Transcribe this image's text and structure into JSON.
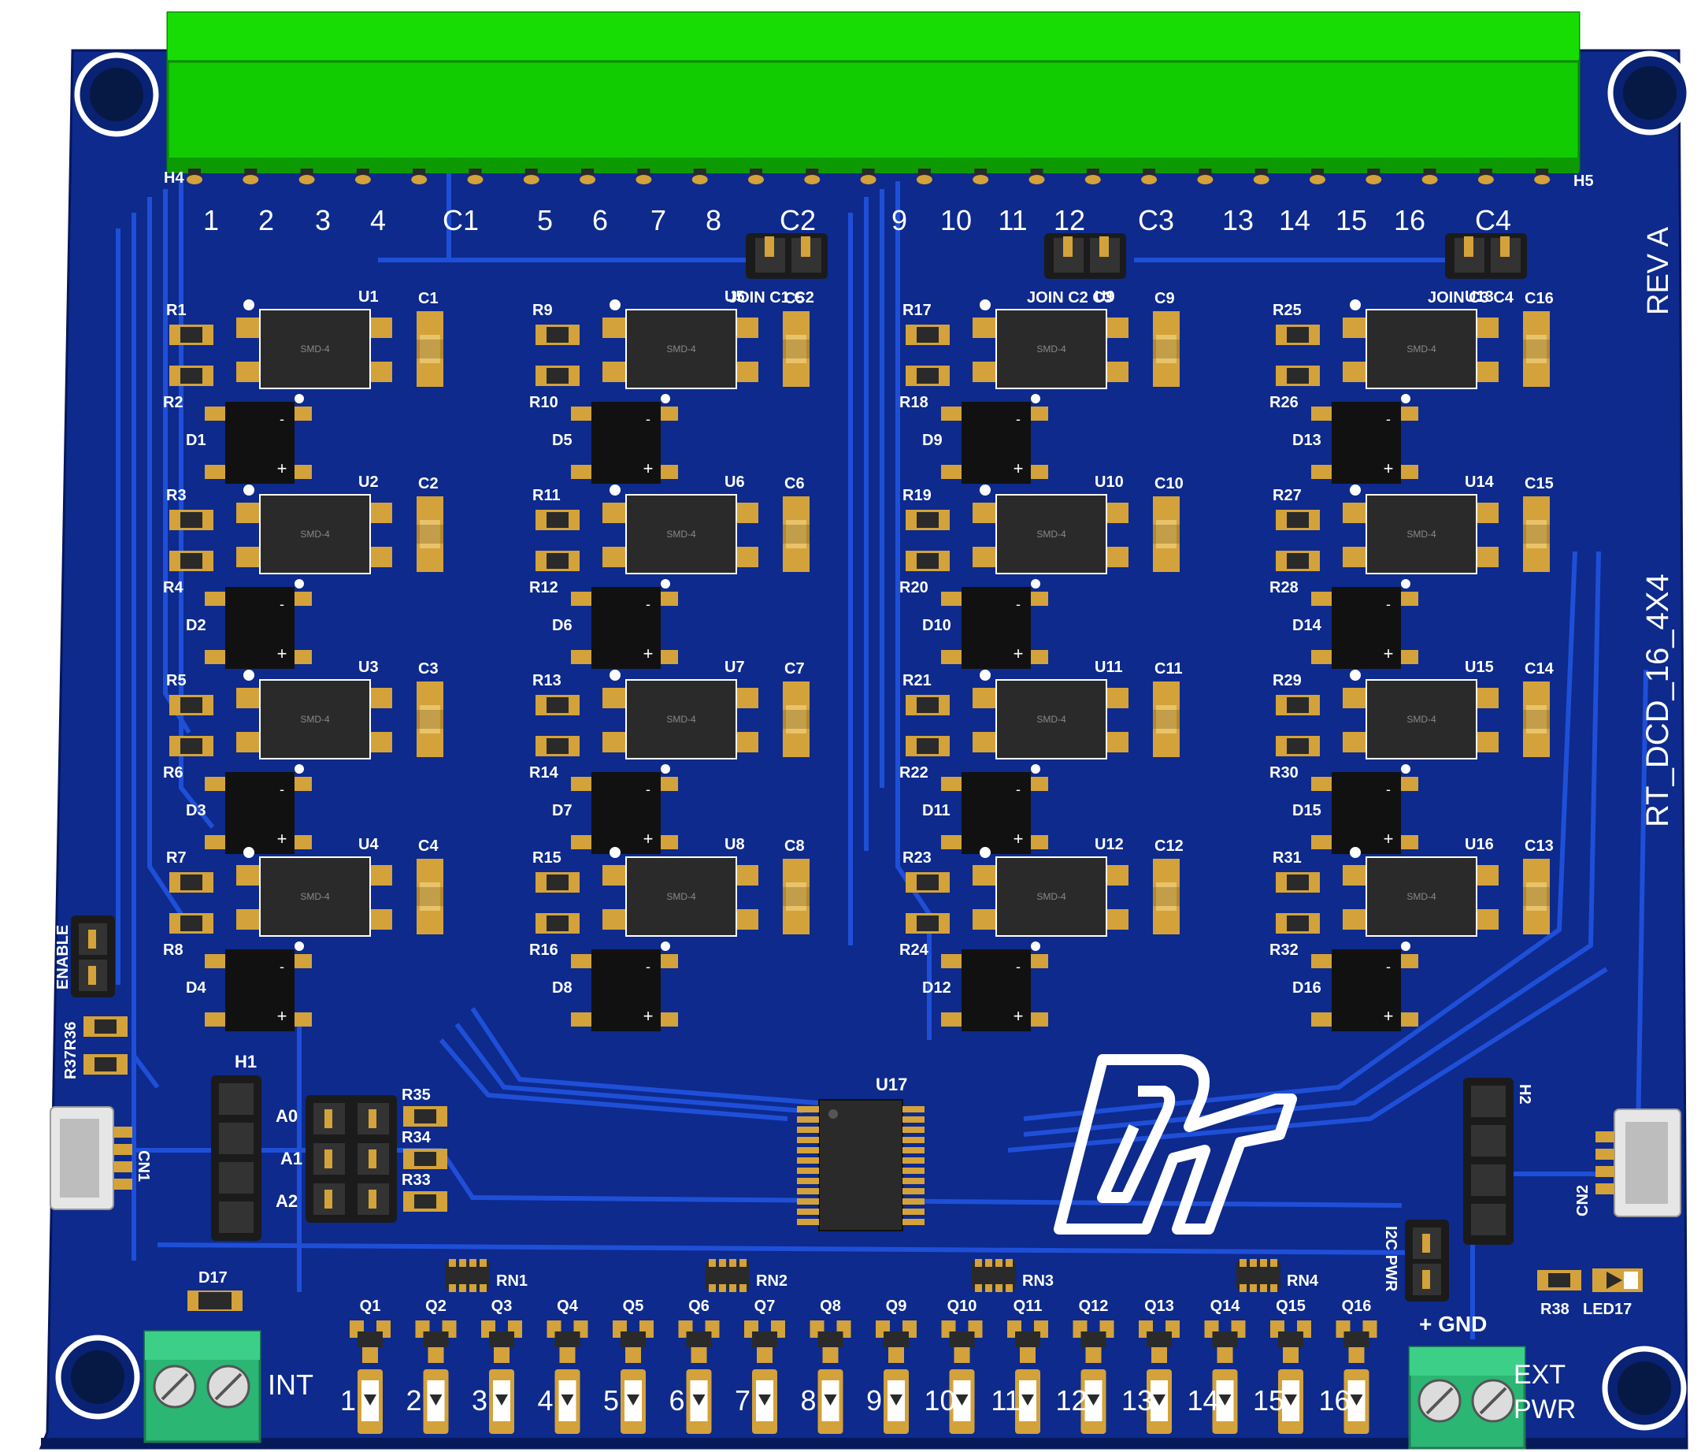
{
  "board": {
    "name": "RT_DCD_16_4X4",
    "revision": "REV  A",
    "colors": {
      "pcb": "#0d2a8c",
      "pcb_dark": "#081d66",
      "trace": "#1f4fd8",
      "pad": "#d4a23a",
      "connector_green": "#11cc00",
      "term_green": "#2bb673",
      "chip": "#2a2a2a"
    }
  },
  "terminal_labels": [
    "1",
    "2",
    "3",
    "4",
    "C1",
    "5",
    "6",
    "7",
    "8",
    "C2",
    "9",
    "10",
    "11",
    "12",
    "C3",
    "13",
    "14",
    "15",
    "16",
    "C4"
  ],
  "header_side_labels": [
    "H4",
    "H5"
  ],
  "jumpers": [
    {
      "label": "JOIN  C1  C2"
    },
    {
      "label": "JOIN  C2  C3"
    },
    {
      "label": "JOIN  C3  C4"
    }
  ],
  "channels": [
    {
      "u": "U1",
      "c": "C1",
      "ra": "R1",
      "rb": "R2",
      "d": "D1"
    },
    {
      "u": "U2",
      "c": "C2",
      "ra": "R3",
      "rb": "R4",
      "d": "D2"
    },
    {
      "u": "U3",
      "c": "C3",
      "ra": "R5",
      "rb": "R6",
      "d": "D3"
    },
    {
      "u": "U4",
      "c": "C4",
      "ra": "R7",
      "rb": "R8",
      "d": "D4"
    },
    {
      "u": "U5",
      "c": "C5",
      "ra": "R9",
      "rb": "R10",
      "d": "D5"
    },
    {
      "u": "U6",
      "c": "C6",
      "ra": "R11",
      "rb": "R12",
      "d": "D6"
    },
    {
      "u": "U7",
      "c": "C7",
      "ra": "R13",
      "rb": "R14",
      "d": "D7"
    },
    {
      "u": "U8",
      "c": "C8",
      "ra": "R15",
      "rb": "R16",
      "d": "D8"
    },
    {
      "u": "U9",
      "c": "C9",
      "ra": "R17",
      "rb": "R18",
      "d": "D9"
    },
    {
      "u": "U10",
      "c": "C10",
      "ra": "R19",
      "rb": "R20",
      "d": "D10"
    },
    {
      "u": "U11",
      "c": "C11",
      "ra": "R21",
      "rb": "R22",
      "d": "D11"
    },
    {
      "u": "U12",
      "c": "C12",
      "ra": "R23",
      "rb": "R24",
      "d": "D12"
    },
    {
      "u": "U13",
      "c": "C16",
      "ra": "R25",
      "rb": "R26",
      "d": "D13"
    },
    {
      "u": "U14",
      "c": "C15",
      "ra": "R27",
      "rb": "R28",
      "d": "D14"
    },
    {
      "u": "U15",
      "c": "C14",
      "ra": "R29",
      "rb": "R30",
      "d": "D15"
    },
    {
      "u": "U16",
      "c": "C13",
      "ra": "R31",
      "rb": "R32",
      "d": "D16"
    }
  ],
  "chip_marking": "SMD-4",
  "left_labels": {
    "enable": "ENABLE",
    "r37r36": "R37R36",
    "cn1": "CN1",
    "h1": "H1",
    "d17": "D17",
    "int": "INT"
  },
  "address": {
    "a0": "A0",
    "a1": "A1",
    "a2": "A2",
    "r35": "R35",
    "r34": "R34",
    "r33": "R33"
  },
  "u17": "U17",
  "resistor_networks": [
    "RN1",
    "RN2",
    "RN3",
    "RN4"
  ],
  "transistors": [
    "Q1",
    "Q2",
    "Q3",
    "Q4",
    "Q5",
    "Q6",
    "Q7",
    "Q8",
    "Q9",
    "Q10",
    "Q11",
    "Q12",
    "Q13",
    "Q14",
    "Q15",
    "Q16"
  ],
  "led_numbers": [
    "1",
    "2",
    "3",
    "4",
    "5",
    "6",
    "7",
    "8",
    "9",
    "10",
    "11",
    "12",
    "13",
    "14",
    "15",
    "16"
  ],
  "right_labels": {
    "h2": "H2",
    "cn2": "CN2",
    "i2c_pwr": "I2C  PWR",
    "r38": "R38",
    "led17": "LED17",
    "plus_gnd": "+  GND",
    "ext": "EXT",
    "pwr": "PWR"
  }
}
